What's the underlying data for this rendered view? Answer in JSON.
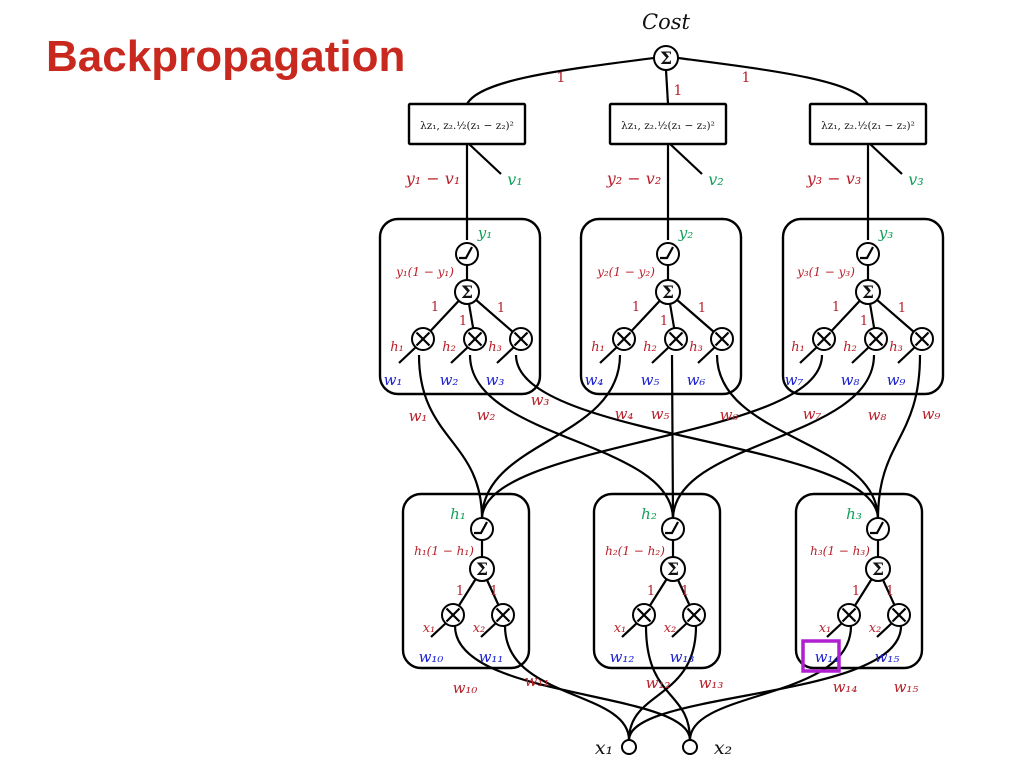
{
  "slide": {
    "title": "Backpropagation",
    "accent_color": "#c8281e",
    "highlight_color": "#b020d0"
  },
  "cost": {
    "label": "Cost",
    "sum_symbol": "Σ"
  },
  "top_edges": [
    "1",
    "1",
    "1"
  ],
  "loss_nodes": [
    {
      "formula": "λz₁, z₂.½(z₁ − z₂)²",
      "grad": "y₁ − v₁",
      "target": "v₁"
    },
    {
      "formula": "λz₁, z₂.½(z₁ − z₂)²",
      "grad": "y₂ − v₂",
      "target": "v₂"
    },
    {
      "formula": "λz₁, z₂.½(z₁ − z₂)²",
      "grad": "y₃ − v₃",
      "target": "v₃"
    }
  ],
  "output_units": [
    {
      "out": "y₁",
      "deriv": "y₁(1 − y₁)",
      "edge_labels": [
        "1",
        "1",
        "1"
      ],
      "inputs": [
        "h₁",
        "h₂",
        "h₃"
      ],
      "weights": [
        "w₁",
        "w₂",
        "w₃"
      ]
    },
    {
      "out": "y₂",
      "deriv": "y₂(1 − y₂)",
      "edge_labels": [
        "1",
        "1",
        "1"
      ],
      "inputs": [
        "h₁",
        "h₂",
        "h₃"
      ],
      "weights": [
        "w₄",
        "w₅",
        "w₆"
      ]
    },
    {
      "out": "y₃",
      "deriv": "y₃(1 − y₃)",
      "edge_labels": [
        "1",
        "1",
        "1"
      ],
      "inputs": [
        "h₁",
        "h₂",
        "h₃"
      ],
      "weights": [
        "w₇",
        "w₈",
        "w₉"
      ]
    }
  ],
  "output_wire_labels": [
    "w₁",
    "w₂",
    "w₃",
    "w₄",
    "w₅",
    "w₆",
    "w₇",
    "w₈",
    "w₉"
  ],
  "hidden_units": [
    {
      "out": "h₁",
      "deriv": "h₁(1 − h₁)",
      "edge_labels": [
        "1",
        "1"
      ],
      "inputs": [
        "x₁",
        "x₂"
      ],
      "weights": [
        "w₁₀",
        "w₁₁"
      ]
    },
    {
      "out": "h₂",
      "deriv": "h₂(1 − h₂)",
      "edge_labels": [
        "1",
        "1"
      ],
      "inputs": [
        "x₁",
        "x₂"
      ],
      "weights": [
        "w₁₂",
        "w₁₃"
      ]
    },
    {
      "out": "h₃",
      "deriv": "h₃(1 − h₃)",
      "edge_labels": [
        "1",
        "1"
      ],
      "inputs": [
        "x₁",
        "x₂"
      ],
      "weights": [
        "w₁₄",
        "w₁₅"
      ]
    }
  ],
  "hidden_wire_labels": [
    "w₁₀",
    "w₁₁",
    "w₁₂",
    "w₁₃",
    "w₁₄",
    "w₁₅"
  ],
  "inputs": [
    "x₁",
    "x₂"
  ],
  "highlighted_weight": "w₁₄"
}
